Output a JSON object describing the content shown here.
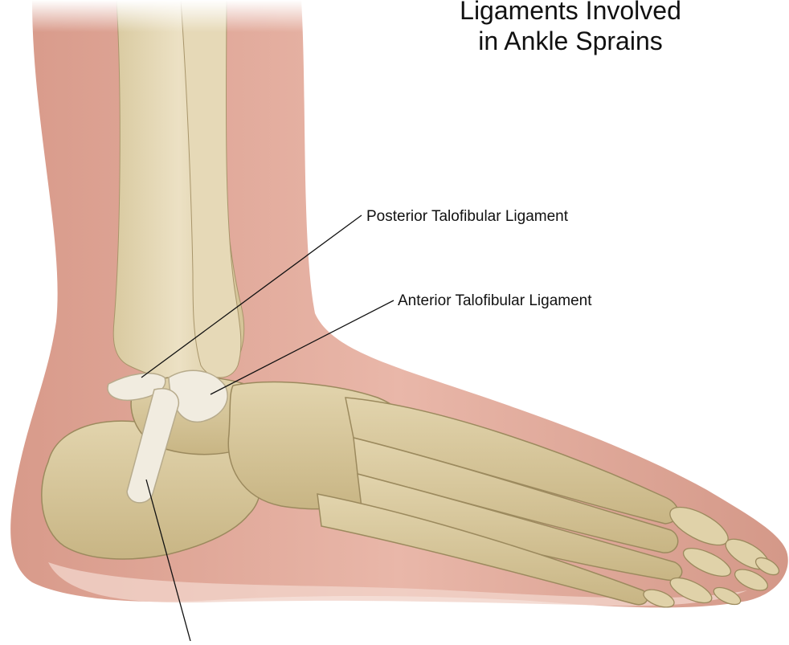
{
  "title": {
    "line1": "Ligaments Involved",
    "line2": "in Ankle Sprains"
  },
  "labels": {
    "posterior": "Posterior Talofibular Ligament",
    "anterior": "Anterior Talofibular Ligament"
  },
  "colors": {
    "skin": "#e6b0a3",
    "skin_shade": "#c98876",
    "bone": "#d8c9a0",
    "bone_shade": "#b9a677",
    "ligament": "#f1ece0",
    "leader_line": "#111111"
  }
}
